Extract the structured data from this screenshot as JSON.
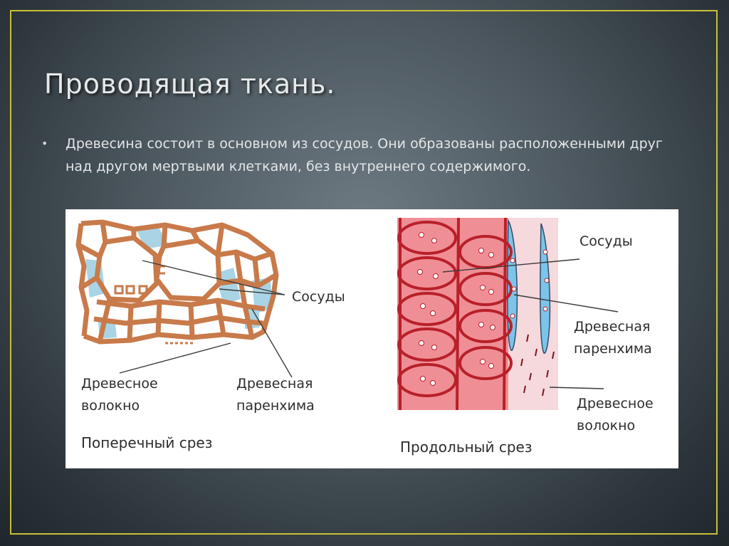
{
  "slide": {
    "title": "Проводящая ткань.",
    "bullet": "Древесина состоит в основном из сосудов. Они образованы расположенными друг над другом мертвыми клетками, без внутреннего содержимого."
  },
  "figure": {
    "left_panel": {
      "label_vessels": "Сосуды",
      "label_fiber_line1": "Древесное",
      "label_fiber_line2": "волокно",
      "label_parenchyma_line1": "Древесная",
      "label_parenchyma_line2": "паренхима",
      "caption": "Поперечный срез"
    },
    "right_panel": {
      "label_vessels": "Сосуды",
      "label_parenchyma_line1": "Древесная",
      "label_parenchyma_line2": "паренхима",
      "label_fiber_line1": "Древесное",
      "label_fiber_line2": "волокно",
      "caption": "Продольный срез"
    }
  },
  "colors": {
    "frame": "#c8c034",
    "cell_wall": "#c87a4a",
    "vessel_fill": "#a9d4e6",
    "longitudinal_red": "#b8202a",
    "longitudinal_pink": "#f08e96",
    "longitudinal_blue": "#7cc4ea"
  }
}
